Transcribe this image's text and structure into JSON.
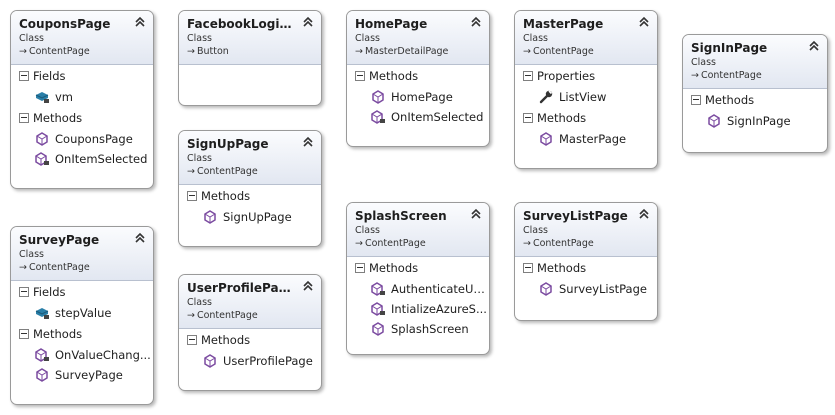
{
  "classes": {
    "coupons": {
      "name": "CouponsPage",
      "kind": "Class",
      "parent": "ContentPage",
      "fields_label": "Fields",
      "methods_label": "Methods",
      "fields": [
        "vm"
      ],
      "methods": [
        "CouponsPage",
        "OnItemSelected"
      ]
    },
    "facebook": {
      "name": "FacebookLoginB...",
      "kind": "Class",
      "parent": "Button"
    },
    "home": {
      "name": "HomePage",
      "kind": "Class",
      "parent": "MasterDetailPage",
      "methods_label": "Methods",
      "methods": [
        "HomePage",
        "OnItemSelected"
      ]
    },
    "master": {
      "name": "MasterPage",
      "kind": "Class",
      "parent": "ContentPage",
      "properties_label": "Properties",
      "methods_label": "Methods",
      "properties": [
        "ListView"
      ],
      "methods": [
        "MasterPage"
      ]
    },
    "signin": {
      "name": "SignInPage",
      "kind": "Class",
      "parent": "ContentPage",
      "methods_label": "Methods",
      "methods": [
        "SignInPage"
      ]
    },
    "signup": {
      "name": "SignUpPage",
      "kind": "Class",
      "parent": "ContentPage",
      "methods_label": "Methods",
      "methods": [
        "SignUpPage"
      ]
    },
    "survey": {
      "name": "SurveyPage",
      "kind": "Class",
      "parent": "ContentPage",
      "fields_label": "Fields",
      "methods_label": "Methods",
      "fields": [
        "stepValue"
      ],
      "methods": [
        "OnValueChang...",
        "SurveyPage"
      ]
    },
    "userprofile": {
      "name": "UserProfilePage",
      "kind": "Class",
      "parent": "ContentPage",
      "methods_label": "Methods",
      "methods": [
        "UserProfilePage"
      ]
    },
    "splash": {
      "name": "SplashScreen",
      "kind": "Class",
      "parent": "ContentPage",
      "methods_label": "Methods",
      "methods": [
        "AuthenticateUser",
        "IntializeAzureS...",
        "SplashScreen"
      ]
    },
    "surveylist": {
      "name": "SurveyListPage",
      "kind": "Class",
      "parent": "ContentPage",
      "methods_label": "Methods",
      "methods": [
        "SurveyListPage"
      ]
    }
  },
  "icons": {
    "inherit_arrow": "→",
    "method_public": "method-icon",
    "method_private": "private-method-icon",
    "field_private": "private-field-icon",
    "property": "wrench-icon",
    "collapse": "chevron-up-double-icon"
  },
  "colors": {
    "header_top": "#fbfcfe",
    "header_bottom": "#e2e7f1",
    "method_purple": "#7b4ba0",
    "field_teal": "#2a7fa8"
  }
}
